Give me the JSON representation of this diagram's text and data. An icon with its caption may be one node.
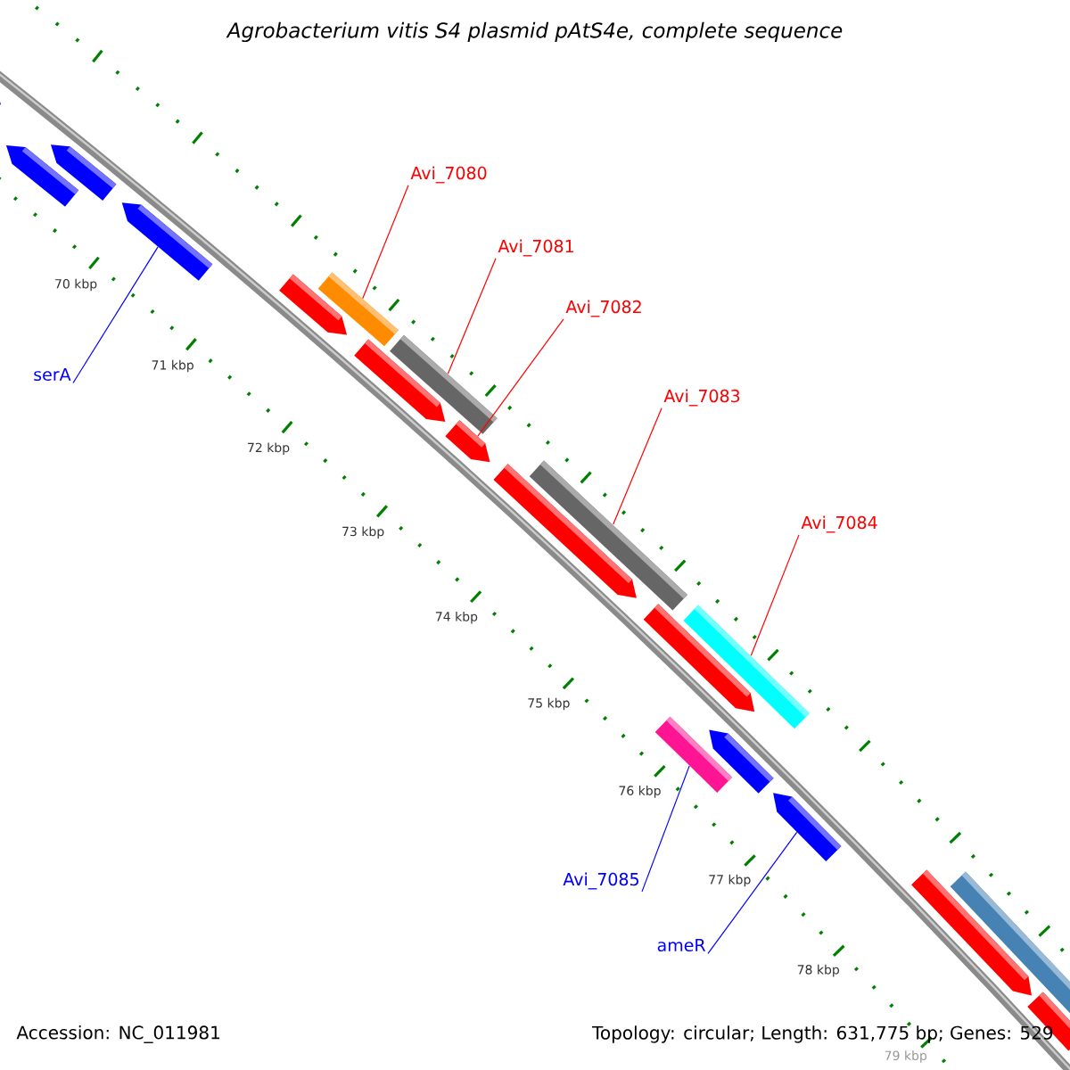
{
  "diagram": {
    "title": "*Agrobacterium vitis* S4 plasmid pAtS4e, complete sequence",
    "nodes": [
      {
        "text": [],
        "shape": "pentagon"
      },
      {
        "text": [],
        "shape": "pentagon"
      },
      {
        "text": [],
        "shape": "pentagon"
      },
      {
        "text": [],
        "shape": "pentagon"
      },
      {
        "text": [],
        "shape": "pentagon"
      },
      {
        "text": [],
        "shape": "box"
      },
      {
        "text": [],
        "shape": "pentagon"
      },
      {
        "text": [],
        "shape": "box"
      },
      {
        "text": [],
        "shape": "pentagon"
      },
      {
        "text": [],
        "shape": "pentagon"
      },
      {
        "text": [],
        "shape": "box"
      },
      {
        "text": [],
        "shape": "pentagon"
      },
      {
        "text": [],
        "shape": "box"
      },
      {
        "text": [],
        "shape": "box"
      },
      {
        "text": [],
        "shape": "pentagon"
      },
      {
        "text": [],
        "shape": "pentagon"
      },
      {
        "text": [],
        "shape": "pentagon"
      },
      {
        "text": [],
        "shape": "box"
      },
      {
        "text": [],
        "shape": "box"
      },
      {
        "text": [
          "Avi_7080"
        ]
      },
      {
        "text": [
          "Avi_7081"
        ]
      },
      {
        "text": [
          "Avi_7082"
        ]
      },
      {
        "text": [
          "serA"
        ]
      },
      {
        "text": [
          "Avi_7083"
        ]
      },
      {
        "text": [
          "Avi_7084"
        ]
      },
      {
        "text": [
          "Avi_7085"
        ]
      },
      {
        "text": [
          "ameR"
        ]
      }
    ],
    "edges": [
      {
        "from": 19,
        "to": 5,
        "arrow": "none"
      },
      {
        "from": 20,
        "to": 7,
        "arrow": "none"
      },
      {
        "from": 21,
        "to": 8,
        "arrow": "none"
      },
      {
        "from": 22,
        "to": 3,
        "arrow": "none",
        "color": "#0000ff"
      },
      {
        "from": 23,
        "to": 10,
        "arrow": "none"
      },
      {
        "from": 24,
        "to": 12,
        "arrow": "none"
      },
      {
        "from": 25,
        "to": 13,
        "arrow": "none",
        "color": "#0000ff"
      },
      {
        "from": 26,
        "to": 15,
        "arrow": "none",
        "color": "#0000ff"
      }
    ],
    "labels": [
      "70 kbp",
      "71 kbp",
      "72 kbp",
      "73 kbp",
      "74 kbp",
      "75 kbp",
      "76 kbp",
      "77 kbp",
      "78 kbp",
      "Accession: NC_011981",
      "Topology: circular; Length: 631,775 bp; Genes: 529",
      "79 kbp"
    ]
  }
}
